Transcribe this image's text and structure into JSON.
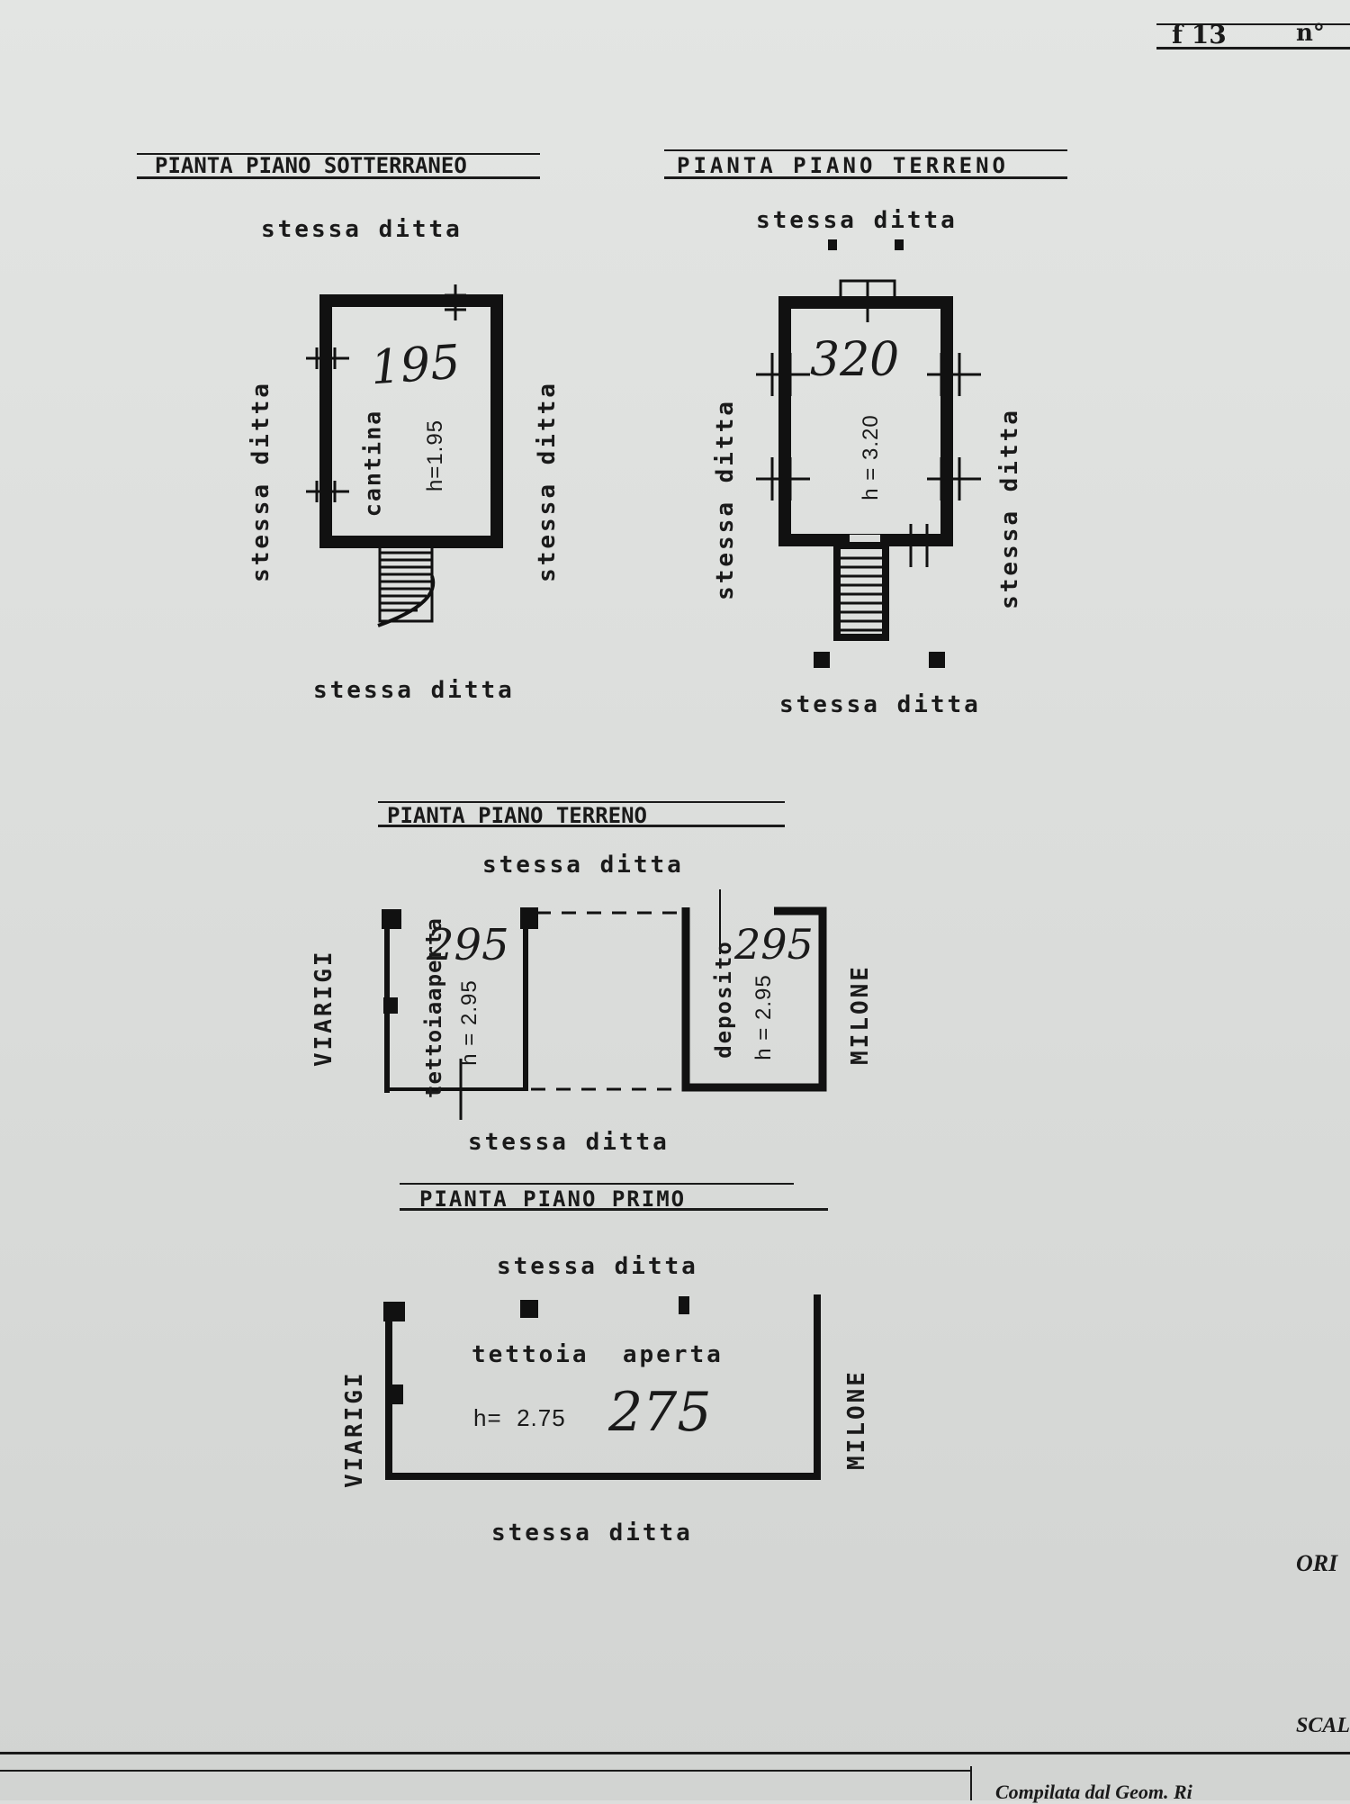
{
  "sheet_ref": {
    "foglio": "f 13",
    "numero": "n°"
  },
  "plans": {
    "sotterraneo": {
      "title": "PIANTA PIANO SOTTERRANEO",
      "top": "stessa   ditta",
      "bottom": "stessa   ditta",
      "left": "stessa   ditta",
      "right": "stessa   ditta",
      "room": "cantina",
      "height": "h=1.95",
      "hand": "195"
    },
    "terreno_1": {
      "title": "PIANTA PIANO TERRENO",
      "top": "stessa   ditta",
      "bottom": "stessa   ditta",
      "left": "stessa   ditta",
      "right": "stessa   ditta",
      "height": "h = 3.20",
      "hand": "320"
    },
    "terreno_2": {
      "title": "PIANTA PIANO TERRENO",
      "top": "stessa   ditta",
      "bottom": "stessa   ditta",
      "left": "VIARIGI",
      "right": "MILONE",
      "room_left": "tettoiaaperta",
      "height_left": "h = 2.95",
      "hand_left": "295",
      "room_right": "deposito",
      "height_right": "h = 2.95",
      "hand_right": "295"
    },
    "primo": {
      "title": "PIANTA PIANO  PRIMO",
      "top": "stessa   ditta",
      "bottom": "stessa   ditta",
      "left": "VIARIGI",
      "right": "MILONE",
      "room": "tettoia  aperta",
      "height": "h=  2.75",
      "hand": "275"
    }
  },
  "margin_right": {
    "ori": "ORI",
    "scal": "SCAL"
  },
  "footer": {
    "compilata": "Compilata  dal    Geom.    Ri"
  }
}
